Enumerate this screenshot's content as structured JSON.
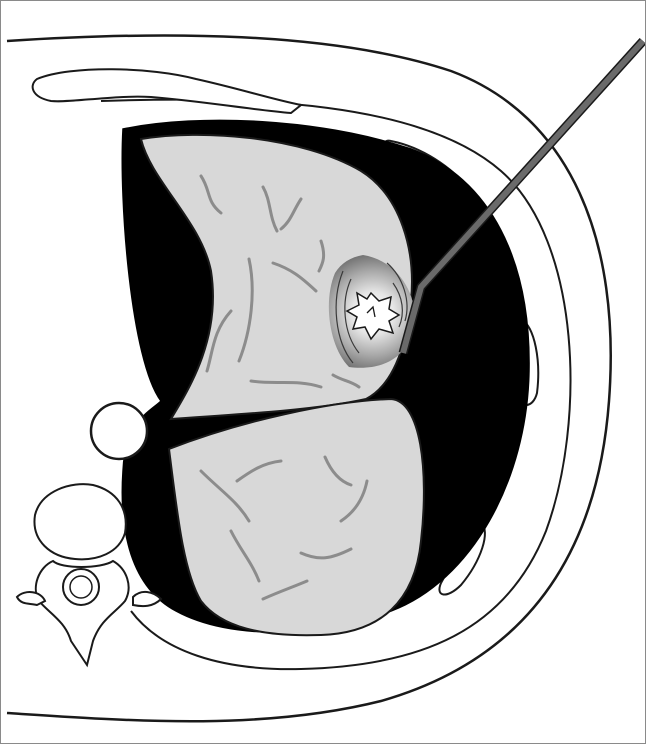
{
  "figure": {
    "kind": "medical-illustration",
    "view": "axial-chest-cross-section",
    "style": "grayscale-line-art",
    "labels": []
  },
  "colors": {
    "outline": "#1a1a1a",
    "pleural_space": "#000000",
    "lung": "#d8d8d8",
    "vessel_lines": "#8c8c8c",
    "needle": "#5a5a5a",
    "background": "#ffffff"
  },
  "icons": [
    "lung-icon",
    "needle-icon",
    "vertebra-icon",
    "lesion-icon"
  ]
}
